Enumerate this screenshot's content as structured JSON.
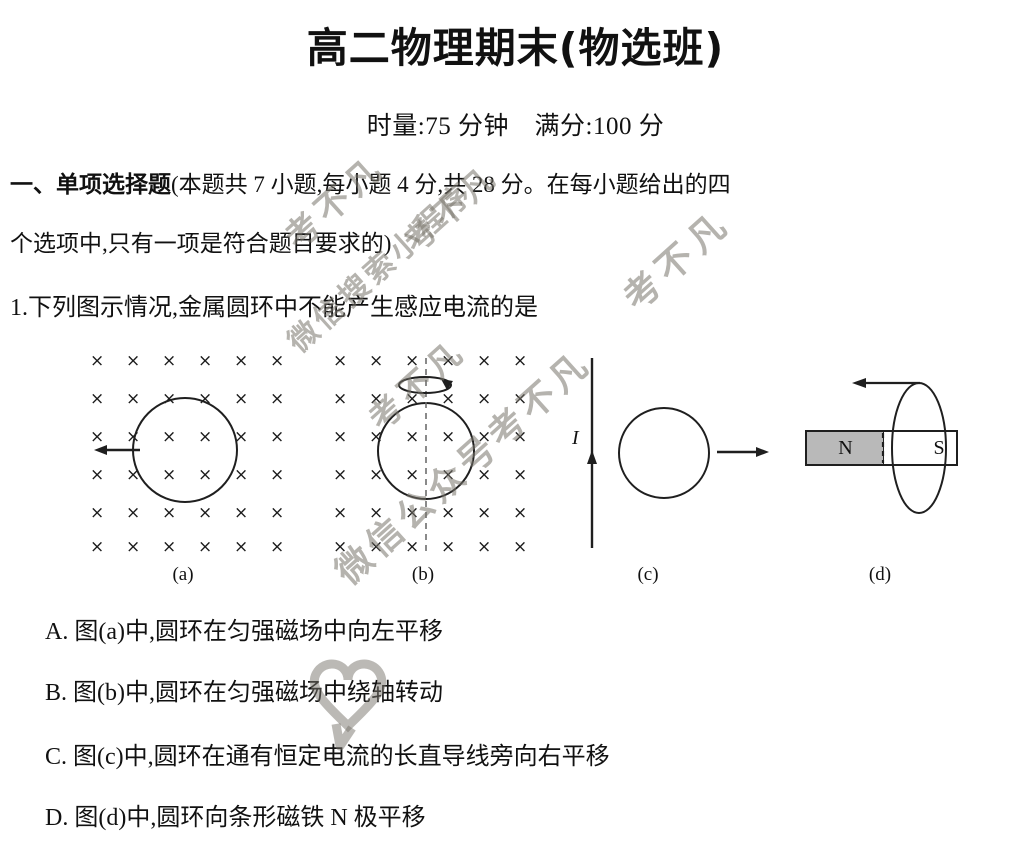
{
  "document": {
    "title": "高二物理期末(物选班)",
    "subtitle": "时量:75 分钟　满分:100 分",
    "time_limit": "75 分钟",
    "total_score": "100 分"
  },
  "section": {
    "heading_bold": "一、单项选择题",
    "heading_rest": "(本题共 7 小题,每小题 4 分,共 28 分。在每小题给出的四",
    "heading_line2": "个选项中,只有一项是符合题目要求的)",
    "question_count": "7",
    "per_question_score": "4",
    "section_score": "28"
  },
  "question": {
    "number": "1.",
    "stem": "1.下列图示情况,金属圆环中不能产生感应电流的是",
    "options": [
      "A. 图(a)中,圆环在匀强磁场中向左平移",
      "B. 图(b)中,圆环在匀强磁场中绕轴转动",
      "C. 图(c)中,圆环在通有恒定电流的长直导线旁向右平移",
      "D. 图(d)中,圆环向条形磁铁 N 极平移"
    ]
  },
  "figures": {
    "captions": [
      "(a)",
      "(b)",
      "(c)",
      "(d)"
    ],
    "a": {
      "caption": "(a)",
      "field_symbol": "×",
      "field_description": "匀强磁场垂直纸面向里",
      "grid_cols": 6,
      "grid_rows": 6,
      "motion": "向左平移"
    },
    "b": {
      "caption": "(b)",
      "field_symbol": "×",
      "field_description": "匀强磁场垂直纸面向里",
      "grid_cols": 6,
      "grid_rows": 6,
      "motion": "绕竖直轴转动"
    },
    "c": {
      "caption": "(c)",
      "wire_label": "I",
      "wire_description": "通有恒定电流的长直导线",
      "motion": "向右平移"
    },
    "d": {
      "caption": "(d)",
      "pole_left": "N",
      "pole_right": "S",
      "magnet_description": "条形磁铁",
      "motion": "圆环向左平移",
      "magnet_fill": "#b9b9b9"
    }
  },
  "watermarks": {
    "brand": "考不凡",
    "wechat_search": "微信搜索小程序",
    "wechat_official": "微信公众号考不凡"
  },
  "colors": {
    "ink": "#111111",
    "line": "#1f1f1f",
    "magnet_gray": "#b9b9b9",
    "watermark": "#78746c",
    "page": "#ffffff"
  }
}
